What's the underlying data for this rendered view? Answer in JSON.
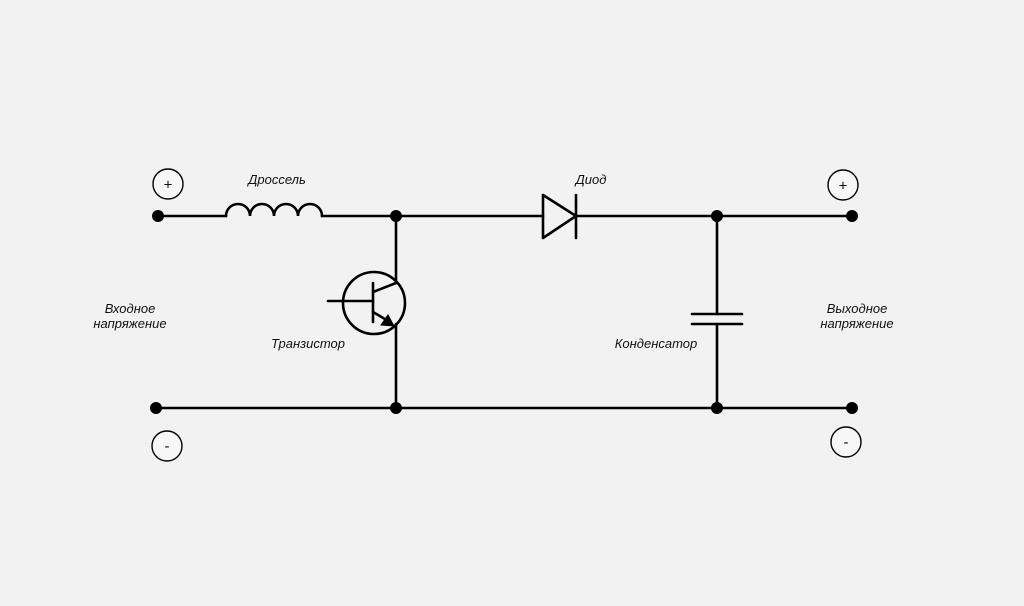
{
  "diagram": {
    "title": "",
    "colors": {
      "background": "#f2f2f2",
      "stroke": "#000000",
      "text": "#111111"
    },
    "components": {
      "inductor": "Дроссель",
      "diode": "Диод",
      "transistor": "Транзистор",
      "capacitor": "Конденсатор"
    },
    "input": {
      "label_line1": "Входное",
      "label_line2": "напряжение",
      "plus": "+",
      "minus": "-"
    },
    "output": {
      "label_line1": "Выходное",
      "label_line2": "напряжение",
      "plus": "+",
      "minus": "-"
    }
  }
}
